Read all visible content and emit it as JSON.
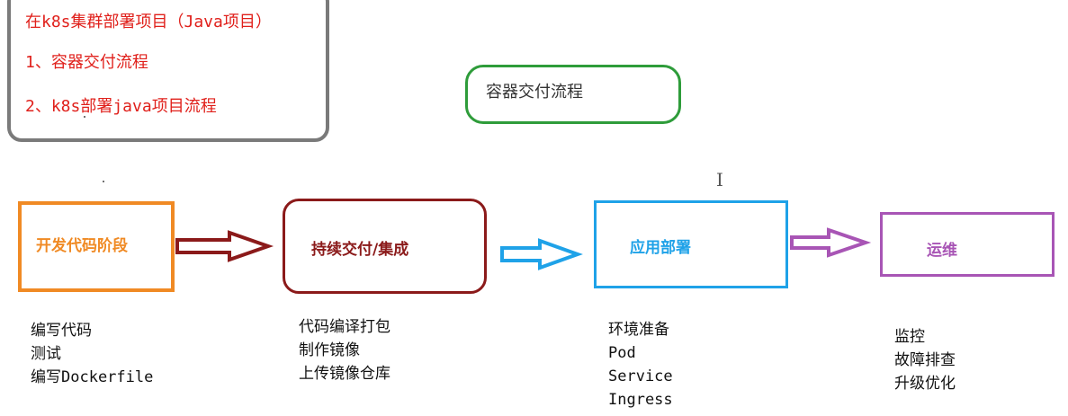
{
  "info_box": {
    "title": "在k8s集群部署项目（Java项目）",
    "items": [
      "1、容器交付流程",
      "2、k8s部署java项目流程"
    ]
  },
  "subtitle": "容器交付流程",
  "stages": [
    {
      "label": "开发代码阶段",
      "color": "#f08a24",
      "details": [
        "编写代码",
        "测试",
        "编写Dockerfile"
      ]
    },
    {
      "label": "持续交付/集成",
      "color": "#8b1a1a",
      "details": [
        "代码编译打包",
        "制作镜像",
        "上传镜像仓库"
      ]
    },
    {
      "label": "应用部署",
      "color": "#1fa2e8",
      "details": [
        "环境准备",
        "Pod",
        "Service",
        "Ingress"
      ]
    },
    {
      "label": "运维",
      "color": "#a855b5",
      "details": [
        "监控",
        "故障排查",
        "升级优化"
      ]
    }
  ],
  "arrows": [
    {
      "name": "arrow-dev-to-ci",
      "color": "#8b1a1a"
    },
    {
      "name": "arrow-ci-to-deploy",
      "color": "#1fa2e8"
    },
    {
      "name": "arrow-deploy-to-ops",
      "color": "#a855b5"
    }
  ],
  "cursor_glyph": "I",
  "accent_colors": {
    "info_border": "#7a7a7a",
    "info_text": "#e0201b",
    "subtitle_border": "#2e9c3a"
  }
}
